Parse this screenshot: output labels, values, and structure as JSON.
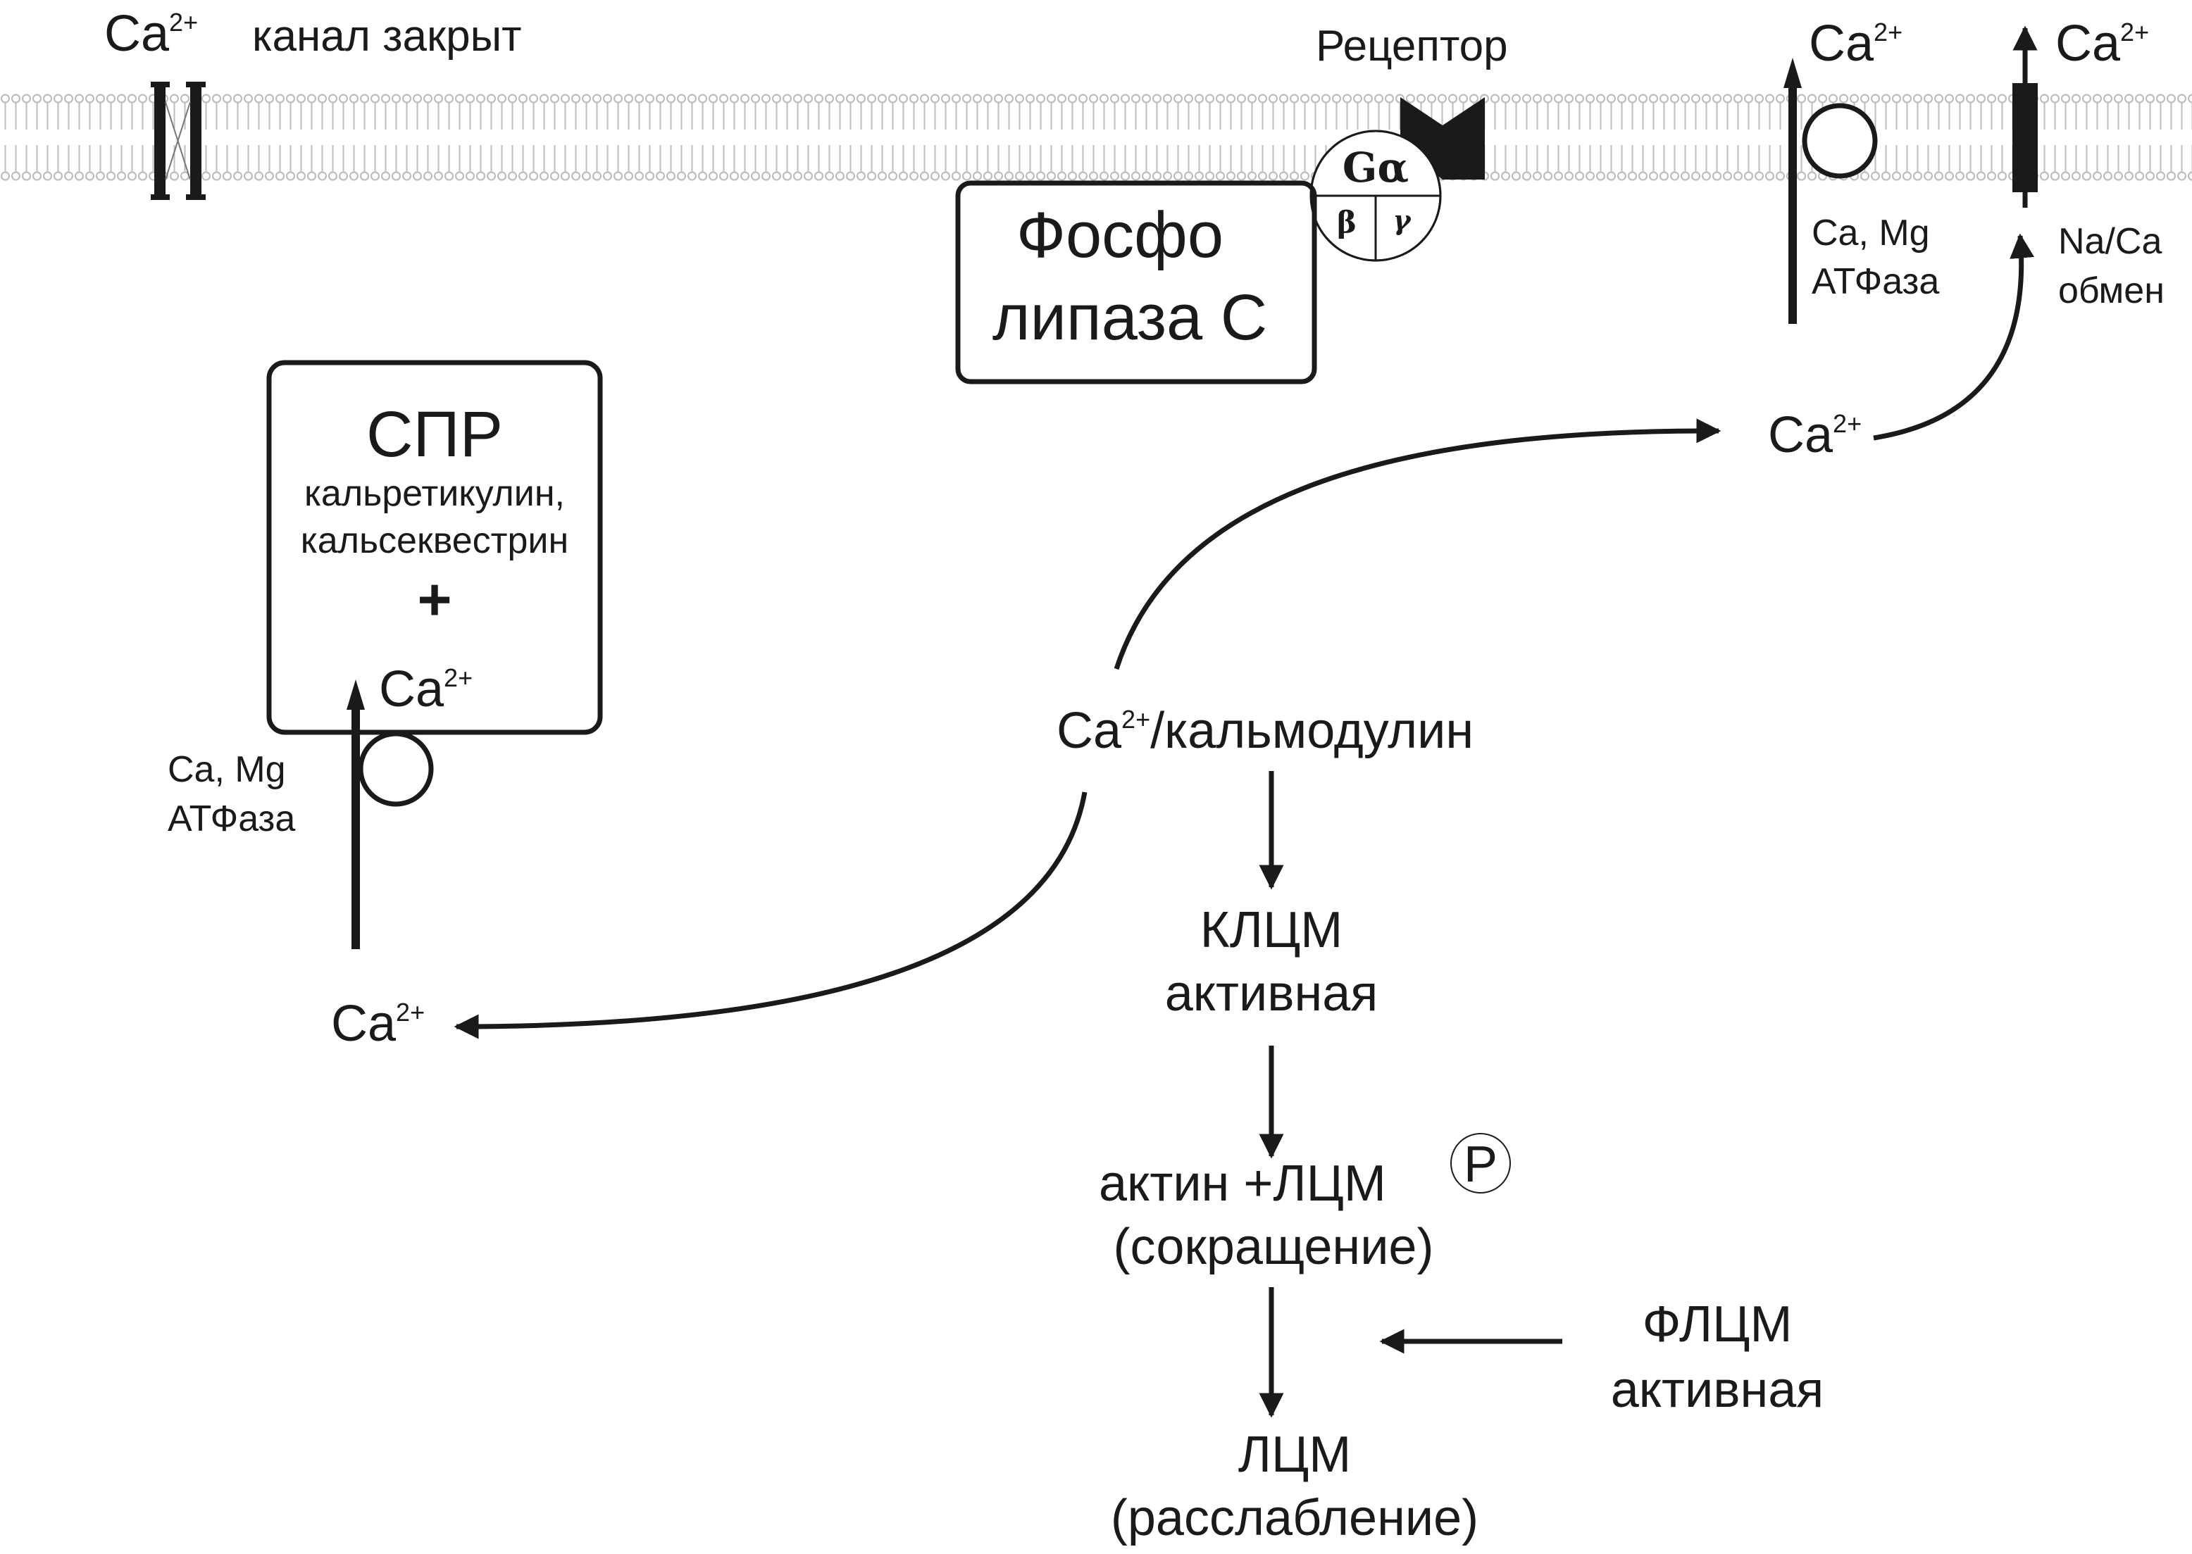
{
  "ca": "Ca",
  "charge": "2+",
  "closed_channel": "канал закрыт",
  "receptor": "Рецептор",
  "g_alpha": "Gα",
  "g_beta": "β",
  "g_gamma": "γ",
  "plc_line1": "Фосфо",
  "plc_line2": "липаза С",
  "atpase_line1": "Ca, Mg",
  "atpase_line2": "АТФаза",
  "exchanger_line1": "Na/Ca",
  "exchanger_line2": "обмен",
  "spr_title": "СПР",
  "spr_line1": "кальретикулин,",
  "spr_line2": "кальсеквестрин",
  "spr_plus": "+",
  "calmodulin_suffix": "/кальмодулин",
  "klcm_line1": "КЛЦМ",
  "klcm_line2": "активная",
  "actin_text": "актин +ЛЦМ",
  "phospho_mark": "Р",
  "contraction": "(сокращение)",
  "flcm_line1": "ФЛЦМ",
  "flcm_line2": "активная",
  "lcm": "ЛЦМ",
  "relaxation": "(расслабление)",
  "colors": {
    "ink": "#1a1a1a",
    "membrane": "#bdbdbd"
  }
}
